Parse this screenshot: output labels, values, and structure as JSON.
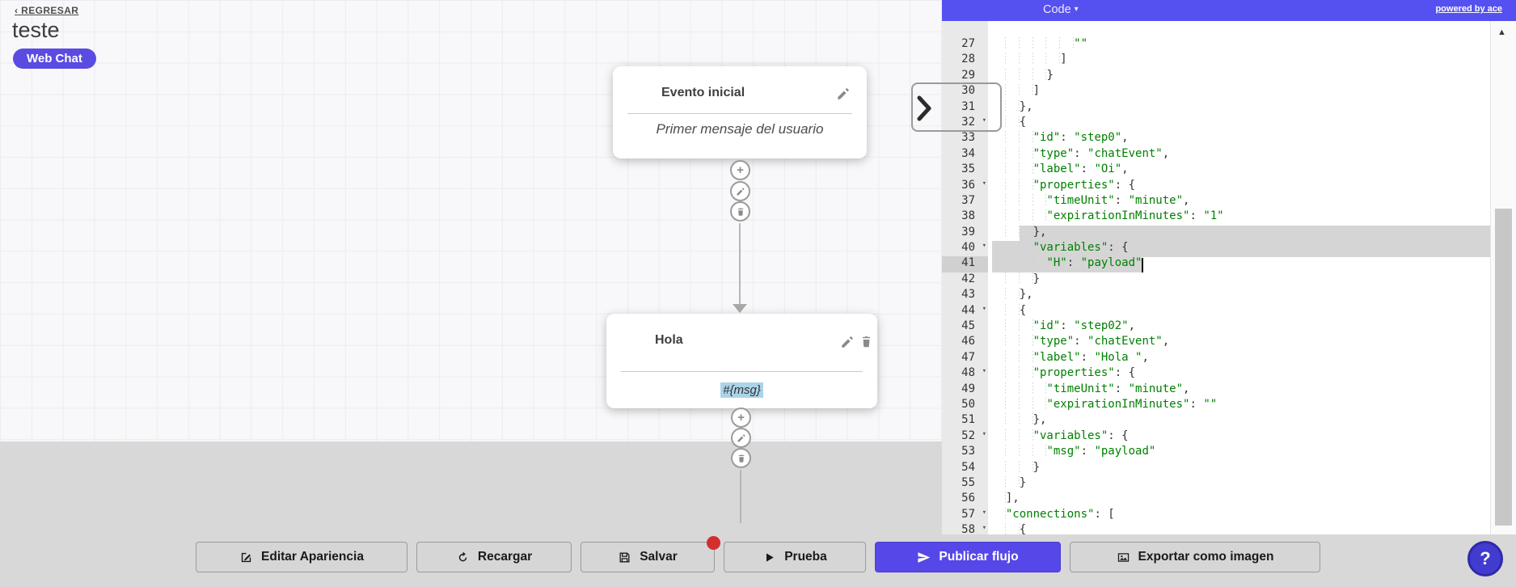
{
  "colors": {
    "accent": "#5647e8",
    "header_bar": "#5550f0",
    "badge_bg": "#5a4be1",
    "node_icon_bg": "#29b5e9",
    "code_string": "#008000",
    "selection": "#d5d5d5",
    "badge_dot": "#d32f2f",
    "highlight_bg": "#abd4e8"
  },
  "page": {
    "back_link": "‹ REGRESAR",
    "flow_title": "teste",
    "channel_badge": "Web Chat"
  },
  "flow": {
    "node_initial": {
      "icon": "user-icon",
      "title": "Evento inicial",
      "body": "Primer mensaje del usuario"
    },
    "node_hola": {
      "icon": "user-icon",
      "title": "Hola",
      "body": "#{msg}"
    },
    "connector_plus_label": "+"
  },
  "collapse_handle": {
    "icon": "chevron-right-icon"
  },
  "code_panel": {
    "title": "Code",
    "title_caret": "▾",
    "powered_by": "powered by ace",
    "scroll_up_arrow": "▲",
    "fold_caret": "▾",
    "editor": {
      "first_line": 27,
      "lines": [
        "            \"\"",
        "          ]",
        "        }",
        "      ]",
        "    },",
        "    {",
        "      \"id\": \"step0\",",
        "      \"type\": \"chatEvent\",",
        "      \"label\": \"Oi\",",
        "      \"properties\": {",
        "        \"timeUnit\": \"minute\",",
        "        \"expirationInMinutes\": \"1\"",
        "      },",
        "      \"variables\": {",
        "        \"H\": \"payload\"",
        "      }",
        "    },",
        "    {",
        "      \"id\": \"step02\",",
        "      \"type\": \"chatEvent\",",
        "      \"label\": \"Hola \",",
        "      \"properties\": {",
        "        \"timeUnit\": \"minute\",",
        "        \"expirationInMinutes\": \"\"",
        "      },",
        "      \"variables\": {",
        "        \"msg\": \"payload\"",
        "      }",
        "    }",
        "  ],",
        "  \"connections\": [",
        "    {"
      ],
      "fold_lines": [
        32,
        36,
        40,
        44,
        48,
        52,
        57,
        58
      ],
      "active_line": 41,
      "selection": {
        "rects": [
          {
            "line": 39,
            "from_col": 4,
            "to_col": -1
          },
          {
            "line": 40,
            "from_col": 0,
            "to_col": -1
          },
          {
            "line": 41,
            "from_col": 0,
            "to_col": 22
          }
        ],
        "cursor": {
          "line": 41,
          "col": 22
        }
      }
    }
  },
  "toolbar": {
    "buttons": [
      {
        "id": "edit-appearance",
        "label": "Editar Apariencia",
        "icon": "edit-square-icon",
        "min_width": 262
      },
      {
        "id": "reload",
        "label": "Recargar",
        "icon": "refresh-icon",
        "min_width": 192
      },
      {
        "id": "save",
        "label": "Salvar",
        "icon": "floppy-icon",
        "min_width": 166,
        "badge_dot": true
      },
      {
        "id": "test",
        "label": "Prueba",
        "icon": "play-icon",
        "min_width": 176
      },
      {
        "id": "publish",
        "label": "Publicar flujo",
        "icon": "send-icon",
        "min_width": 230,
        "variant": "primary"
      },
      {
        "id": "export-image",
        "label": "Exportar como imagen",
        "icon": "image-icon",
        "min_width": 310
      }
    ]
  },
  "help_button": {
    "label": "?"
  }
}
